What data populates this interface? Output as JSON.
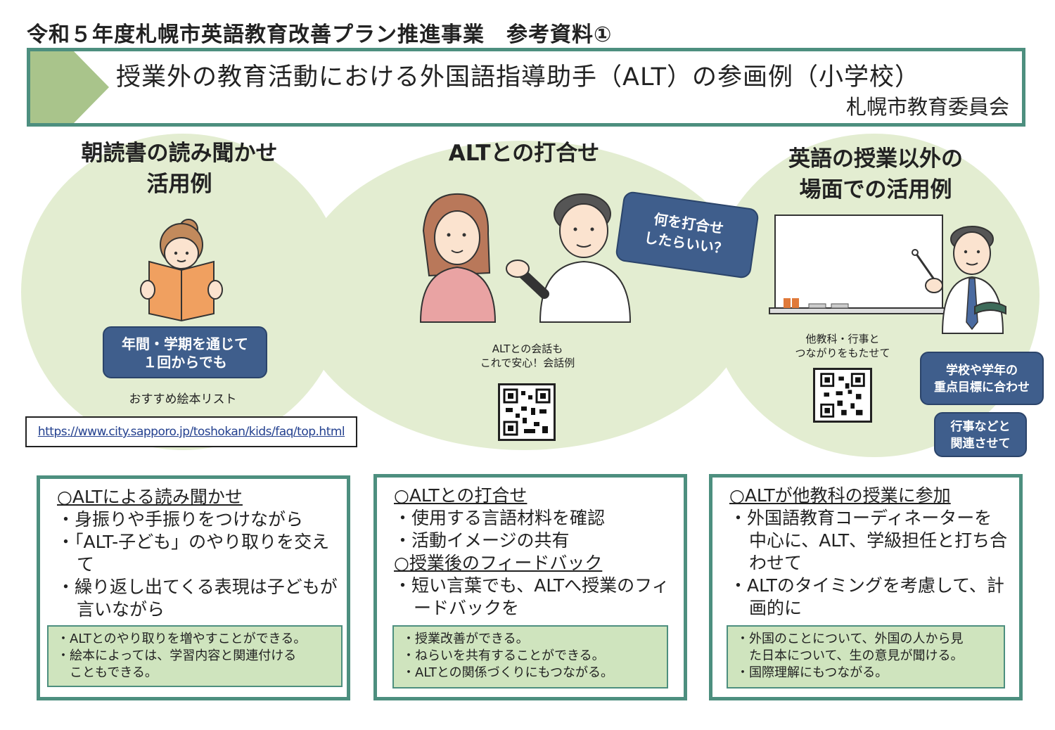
{
  "header": {
    "top_line": "令和５年度札幌市英語教育改善プラン推進事業　参考資料①",
    "title": "授業外の教育活動における外国語指導助手（ALT）の参画例（小学校）",
    "organization": "札幌市教育委員会"
  },
  "sections": {
    "reading": {
      "title_line1": "朝読書の読み聞かせ",
      "title_line2": "活用例",
      "pill": [
        "年間・学期を通じて",
        "１回からでも"
      ],
      "caption": "おすすめ絵本リスト",
      "url": "https://www.city.sapporo.jp/toshokan/kids/faq/top.html"
    },
    "meeting": {
      "title": "ALTとの打合せ",
      "bubble": [
        "何を打合せ",
        "したらいい？"
      ],
      "caption": [
        "ALTとの会話も",
        "これで安心！会話例"
      ]
    },
    "other": {
      "title_line1": "英語の授業以外の",
      "title_line2": "場面での活用例",
      "caption": [
        "他教科・行事と",
        "つながりをもたせて"
      ],
      "pill1": [
        "学校や学年の",
        "重点目標に合わせ"
      ],
      "pill2": [
        "行事などと",
        "関連させて"
      ]
    }
  },
  "panels": {
    "left": {
      "heading": "○ALTによる読み聞かせ",
      "bullets": [
        "・身振りや手振りをつけながら",
        "・「ALT-子ども」のやり取りを交えて",
        "・繰り返し出てくる表現は子どもが言いながら"
      ],
      "notes": [
        "・ALTとのやり取りを増やすことができる。",
        "・絵本によっては、学習内容と関連付ける",
        "　こともできる。"
      ]
    },
    "center": {
      "heading1": "○ALTとの打合せ",
      "bullets1": [
        "・使用する言語材料を確認",
        "・活動イメージの共有"
      ],
      "heading2": "○授業後のフィードバック",
      "bullets2": [
        "・短い言葉でも、ALTへ授業のフィードバックを"
      ],
      "notes": [
        "・授業改善ができる。",
        "・ねらいを共有することができる。",
        "・ALTとの関係づくりにもつながる。"
      ]
    },
    "right": {
      "heading": "○ALTが他教科の授業に参加",
      "bullets": [
        "・外国語教育コーディネーターを中心に、ALT、学級担任と打ち合わせて",
        "・ALTのタイミングを考慮して、計画的に"
      ],
      "notes": [
        "・外国のことについて、外国の人から見",
        "　た日本について、生の意見が聞ける。",
        "・国際理解にもつながる。"
      ]
    }
  },
  "colors": {
    "frame": "#4d8f7f",
    "circle": "#e3edd1",
    "pill": "#3f5e8c",
    "note": "#cfe4be",
    "arrow": "#a9c48b"
  }
}
